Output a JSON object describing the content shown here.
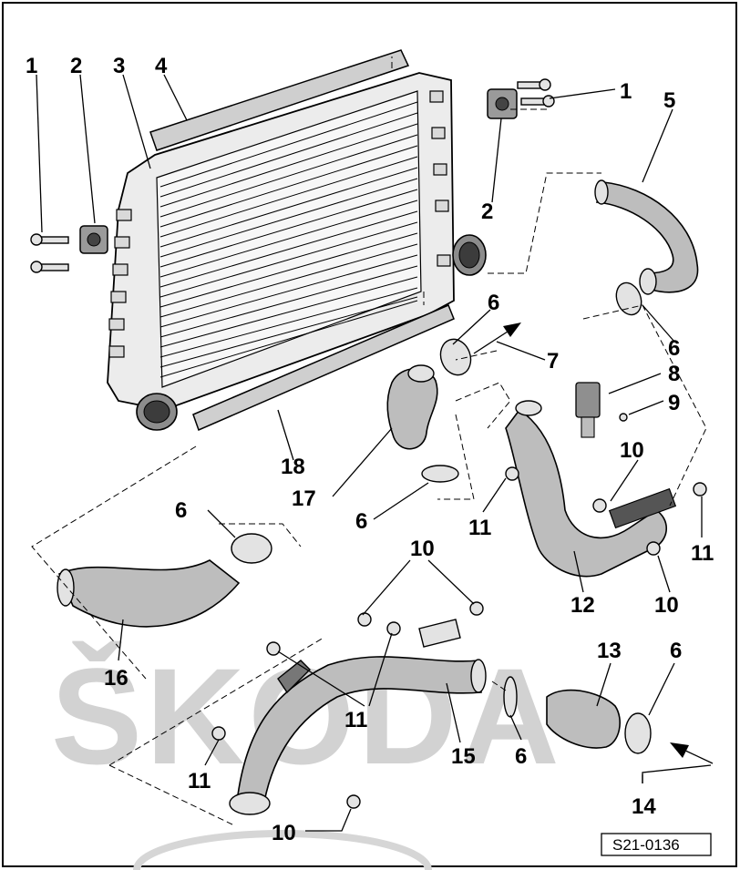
{
  "watermark": "ŠKODA",
  "reference_code": "S21-0136",
  "callouts": {
    "c1_left": "1",
    "c2_left": "2",
    "c3": "3",
    "c4": "4",
    "c1_right": "1",
    "c5": "5",
    "c2_right": "2",
    "c6_a": "6",
    "c6_b": "6",
    "c7": "7",
    "c8": "8",
    "c9": "9",
    "c10_a": "10",
    "c18": "18",
    "c17": "17",
    "c6_c": "6",
    "c11_a": "11",
    "c11_b": "11",
    "c6_d": "6",
    "c12": "12",
    "c10_b": "10",
    "c10_c": "10",
    "c16": "16",
    "c13": "13",
    "c6_e": "6",
    "c11_c": "11",
    "c15": "15",
    "c6_f": "6",
    "c11_d": "11",
    "c14": "14",
    "c10_d": "10"
  }
}
